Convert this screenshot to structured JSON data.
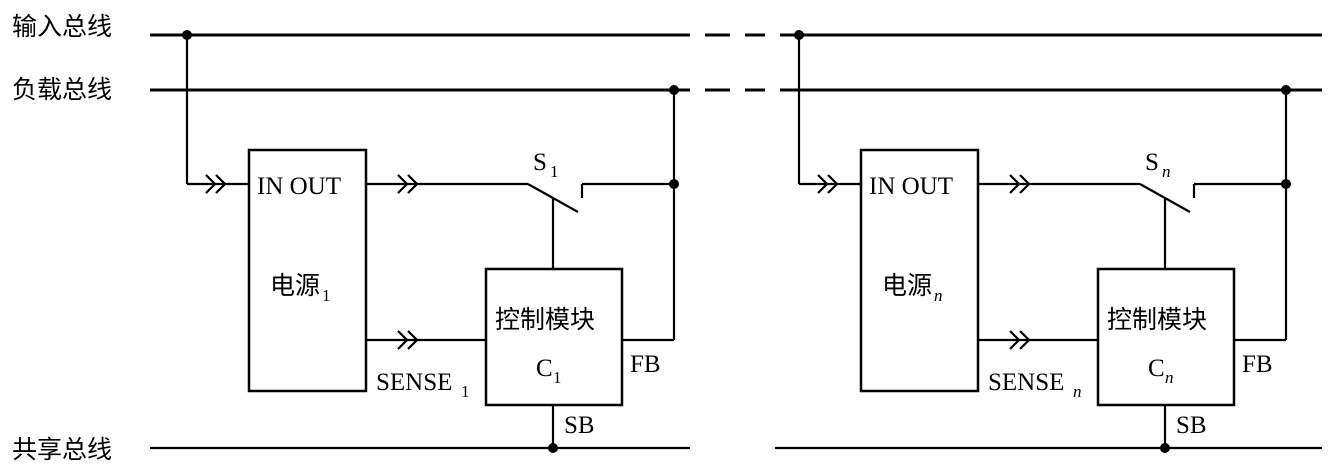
{
  "buses": {
    "input": "输入总线",
    "load": "负载总线",
    "shared": "共享总线"
  },
  "units": [
    {
      "io_label": "IN OUT",
      "psu_label": "电源",
      "psu_sub": "1",
      "switch_label": "S",
      "switch_sub": "1",
      "ctrl_label": "控制模块",
      "ctrl_id": "C",
      "ctrl_sub": "1",
      "sense_label": "SENSE",
      "sense_sub": "1",
      "fb_label": "FB",
      "sb_label": "SB"
    },
    {
      "io_label": "IN OUT",
      "psu_label": "电源",
      "psu_sub": "n",
      "switch_label": "S",
      "switch_sub": "n",
      "ctrl_label": "控制模块",
      "ctrl_id": "C",
      "ctrl_sub": "n",
      "sense_label": "SENSE",
      "sense_sub": "n",
      "fb_label": "FB",
      "sb_label": "SB"
    }
  ]
}
